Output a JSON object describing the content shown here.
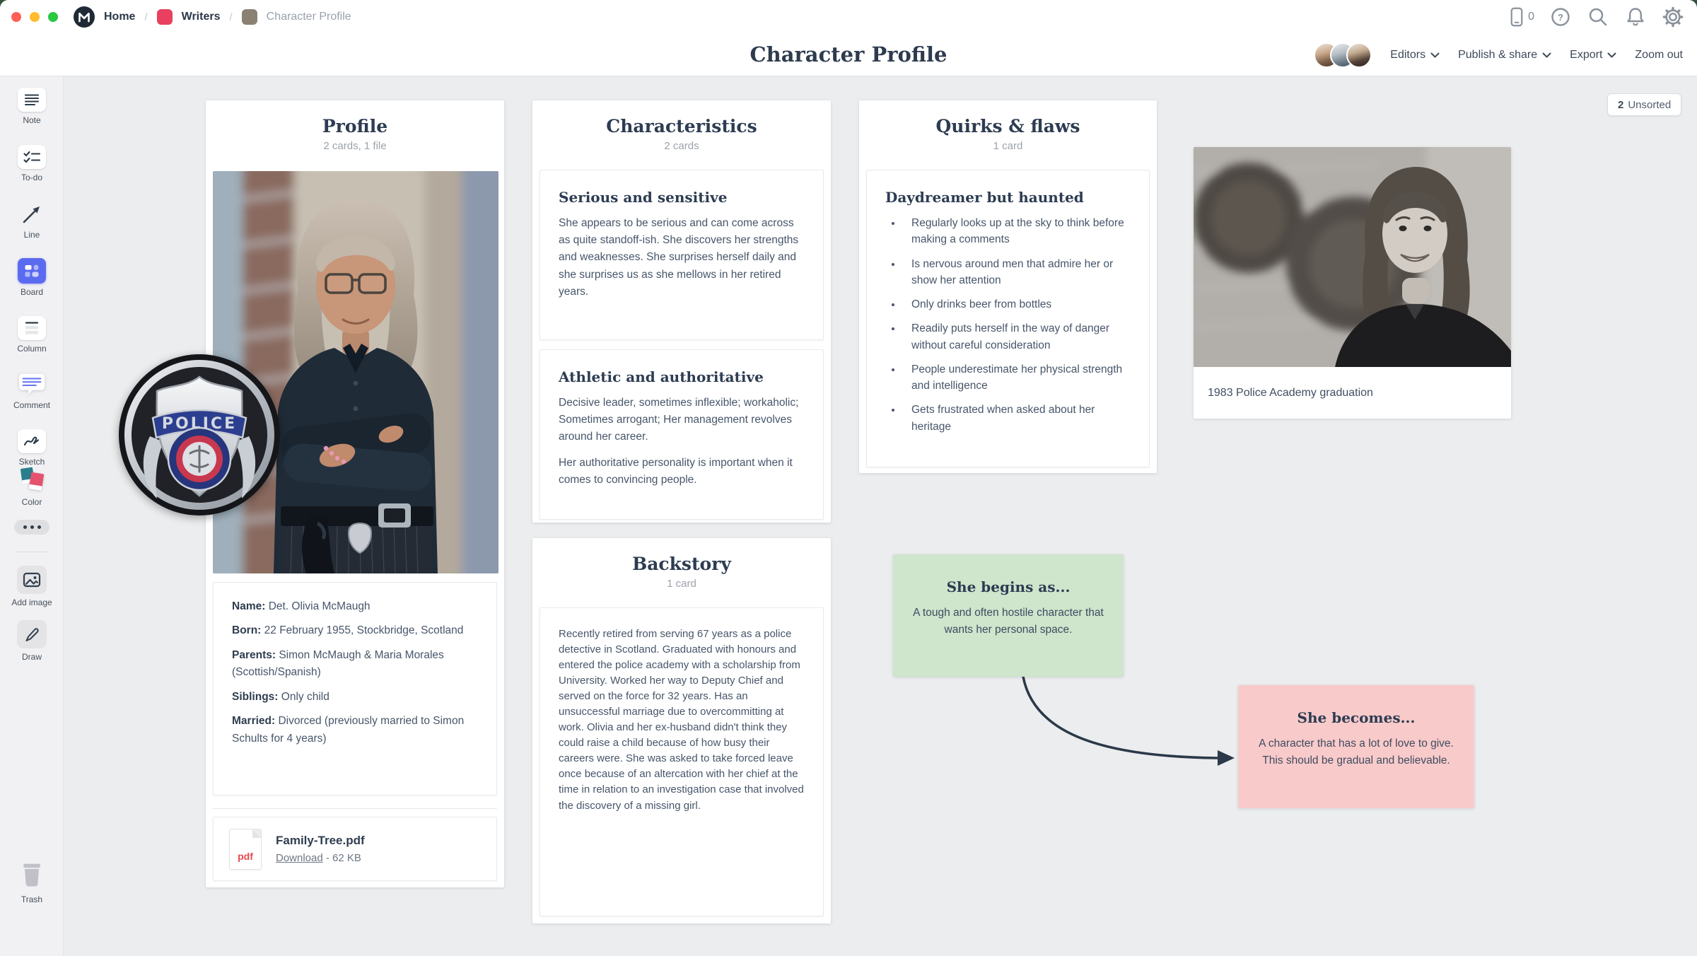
{
  "topbar": {
    "separator": "/",
    "breadcrumb": [
      {
        "label": "Home"
      },
      {
        "label": "Writers"
      },
      {
        "label": "Character Profile"
      }
    ],
    "mobile_count": "0"
  },
  "icons": {
    "help_glyph": "?"
  },
  "header": {
    "title": "Character Profile",
    "editors_label": "Editors",
    "publish_label": "Publish & share",
    "export_label": "Export",
    "zoom_out_label": "Zoom out"
  },
  "canvas": {
    "unsorted_count": "2",
    "unsorted_label": "Unsorted"
  },
  "sidebar": {
    "items": [
      "Note",
      "To-do",
      "Line",
      "Board",
      "Column",
      "Comment",
      "Sketch",
      "Color"
    ],
    "add_image_label": "Add image",
    "draw_label": "Draw",
    "trash_label": "Trash"
  },
  "profile": {
    "title": "Profile",
    "subtitle": "2 cards, 1 file",
    "fields": [
      {
        "label": "Name:",
        "value": "Det. Olivia McMaugh"
      },
      {
        "label": "Born:",
        "value": "22 February 1955, Stockbridge, Scotland"
      },
      {
        "label": "Parents:",
        "value": "Simon McMaugh & Maria Morales (Scottish/Spanish)"
      },
      {
        "label": "Siblings:",
        "value": "Only child"
      },
      {
        "label": "Married:",
        "value": "Divorced (previously married to Simon Schults for 4 years)"
      }
    ],
    "file": {
      "badge": "pdf",
      "name": "Family-Tree.pdf",
      "link_label": "Download",
      "size": "- 62 KB"
    }
  },
  "characteristics": {
    "title": "Characteristics",
    "subtitle": "2 cards",
    "cards": [
      {
        "heading": "Serious and sensitive",
        "paragraphs": [
          "She appears to be serious and can come across as quite standoff-ish. She discovers her strengths and weaknesses. She surprises herself daily and she surprises us as she mellows in her retired years."
        ]
      },
      {
        "heading": "Athletic and authoritative",
        "paragraphs": [
          "Decisive leader, sometimes inflexible; workaholic; Sometimes arrogant; Her management revolves around her career.",
          "Her authoritative personality is important when it comes to convincing people."
        ]
      }
    ]
  },
  "quirks": {
    "title": "Quirks & flaws",
    "subtitle": "1 card",
    "card": {
      "heading": "Daydreamer but haunted",
      "bullets": [
        "Regularly looks up at the sky to think before making a comments",
        "Is nervous around men that admire her or show her attention",
        "Only drinks beer from bottles",
        "Readily puts herself in the way of danger without careful consideration",
        "People underestimate her physical strength and intelligence",
        "Gets frustrated when asked about her heritage"
      ]
    }
  },
  "backstory": {
    "title": "Backstory",
    "subtitle": "1 card",
    "text": "Recently retired from serving 67 years as a police detective in Scotland. Graduated with honours and entered the police academy with a scholarship from University. Worked her way to Deputy Chief and served on the force for 32 years. Has an unsuccessful marriage due to overcommitting at work. Olivia and her ex-husband didn't think they could raise a child because of how busy their careers were. She was asked to take forced leave once because of an altercation with her chief at the time in relation to an investigation case that involved the discovery of a missing girl."
  },
  "image_card": {
    "caption": "1983 Police Academy graduation"
  },
  "notes": {
    "begins": {
      "title": "She begins as...",
      "body": "A tough and often hostile character that wants her personal space."
    },
    "becomes": {
      "title": "She becomes...",
      "body": "A character that has a lot of love to give. This should be gradual and believable."
    }
  },
  "badge_text": {
    "banner": "POLICE"
  },
  "colors": {
    "board_tool": "#5b6bf0",
    "writers_icon": "#e8405e",
    "profile_icon": "#8b8173",
    "note_green": "#cfe5cc",
    "note_pink": "#f9caca",
    "pdf_red": "#e5494d",
    "arrow": "#2b3949"
  }
}
